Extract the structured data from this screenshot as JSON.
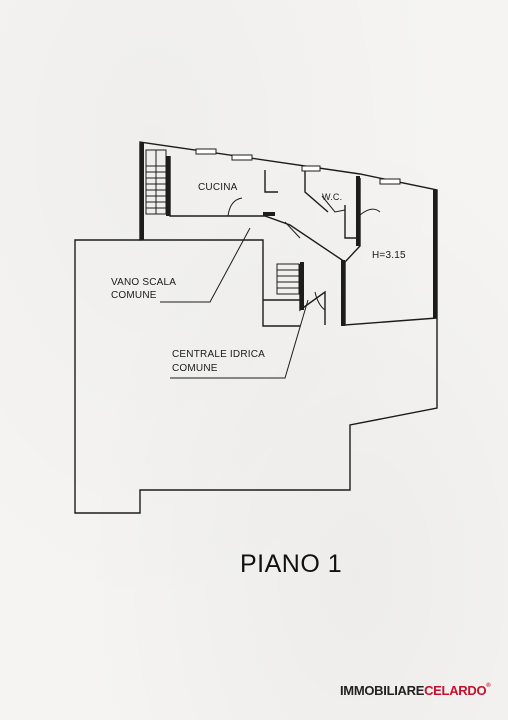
{
  "plan": {
    "rooms": {
      "kitchen": "CUCINA",
      "wc": "W.C.",
      "height": "H=3.15",
      "stair_line1": "VANO SCALA",
      "stair_line2": "COMUNE",
      "water_line1": "CENTRALE IDRICA",
      "water_line2": "COMUNE"
    },
    "floor_title": "PIANO 1"
  },
  "brand": {
    "part1": "IMMOBILIARE",
    "part2": "CELARDO",
    "mark": "®",
    "color_dark": "#222222",
    "color_red": "#c8102e"
  }
}
